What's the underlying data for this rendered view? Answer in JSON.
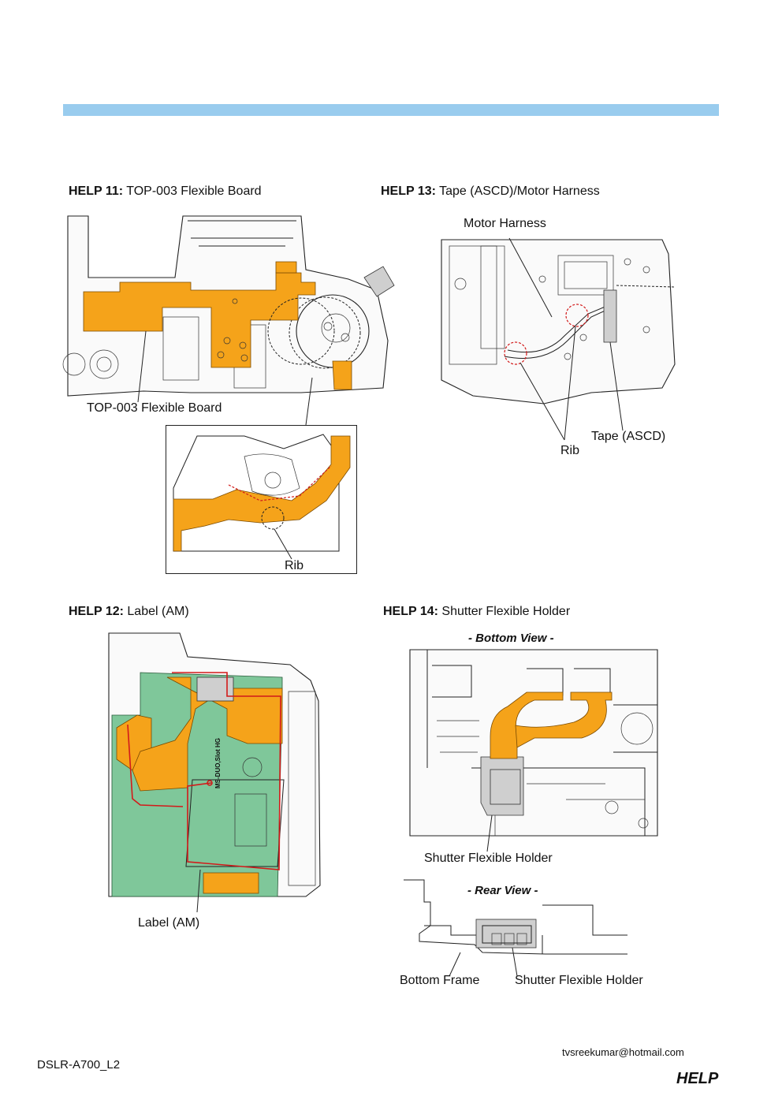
{
  "sections": {
    "help11": {
      "title_bold": "HELP 11:",
      "title_rest": " TOP-003 Flexible Board",
      "callout_board": "TOP-003 Flexible Board",
      "callout_rib": "Rib"
    },
    "help12": {
      "title_bold": "HELP 12:",
      "title_rest": " Label (AM)",
      "callout_label": "Label (AM)",
      "card_text": "MS-DUO,Slot HG"
    },
    "help13": {
      "title_bold": "HELP 13:",
      "title_rest": " Tape (ASCD)/Motor Harness",
      "callout_motor": "Motor Harness",
      "callout_tape": "Tape (ASCD)",
      "callout_rib": "Rib"
    },
    "help14": {
      "title_bold": "HELP 14:",
      "title_rest": " Shutter Flexible Holder",
      "bottom_view": "- Bottom View -",
      "rear_view": "- Rear View -",
      "callout_holder_bottom": "Shutter Flexible Holder",
      "callout_frame": "Bottom Frame",
      "callout_holder_rear": "Shutter Flexible Holder"
    }
  },
  "footer": {
    "model": "DSLR-A700_L2",
    "email": "tvsreekumar@hotmail.com",
    "help": "HELP"
  },
  "colors": {
    "header_bar": "#99ccee",
    "flex_orange": "#f5a31a",
    "board_green": "#7fc79a",
    "highlight_red": "#d21a1a"
  }
}
